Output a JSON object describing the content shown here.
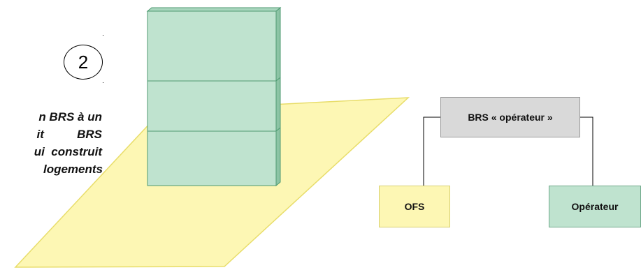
{
  "step": {
    "number": "2"
  },
  "description": {
    "lines": [
      "n BRS à un",
      "it          BRS",
      "ui  construit",
      "logements"
    ]
  },
  "org_chart": {
    "root": "BRS « opérateur »",
    "children": [
      "OFS",
      "Opérateur"
    ]
  },
  "colors": {
    "building_fill": "#bfe3cf",
    "building_side": "#8cc4a5",
    "building_line": "#4f9a72",
    "land_fill": "#fdf7b4",
    "land_stroke": "#e8dd6a",
    "brs_fill": "#d9d9d9",
    "ofs_fill": "#fdf7b4",
    "operateur_fill": "#bfe3cf"
  }
}
